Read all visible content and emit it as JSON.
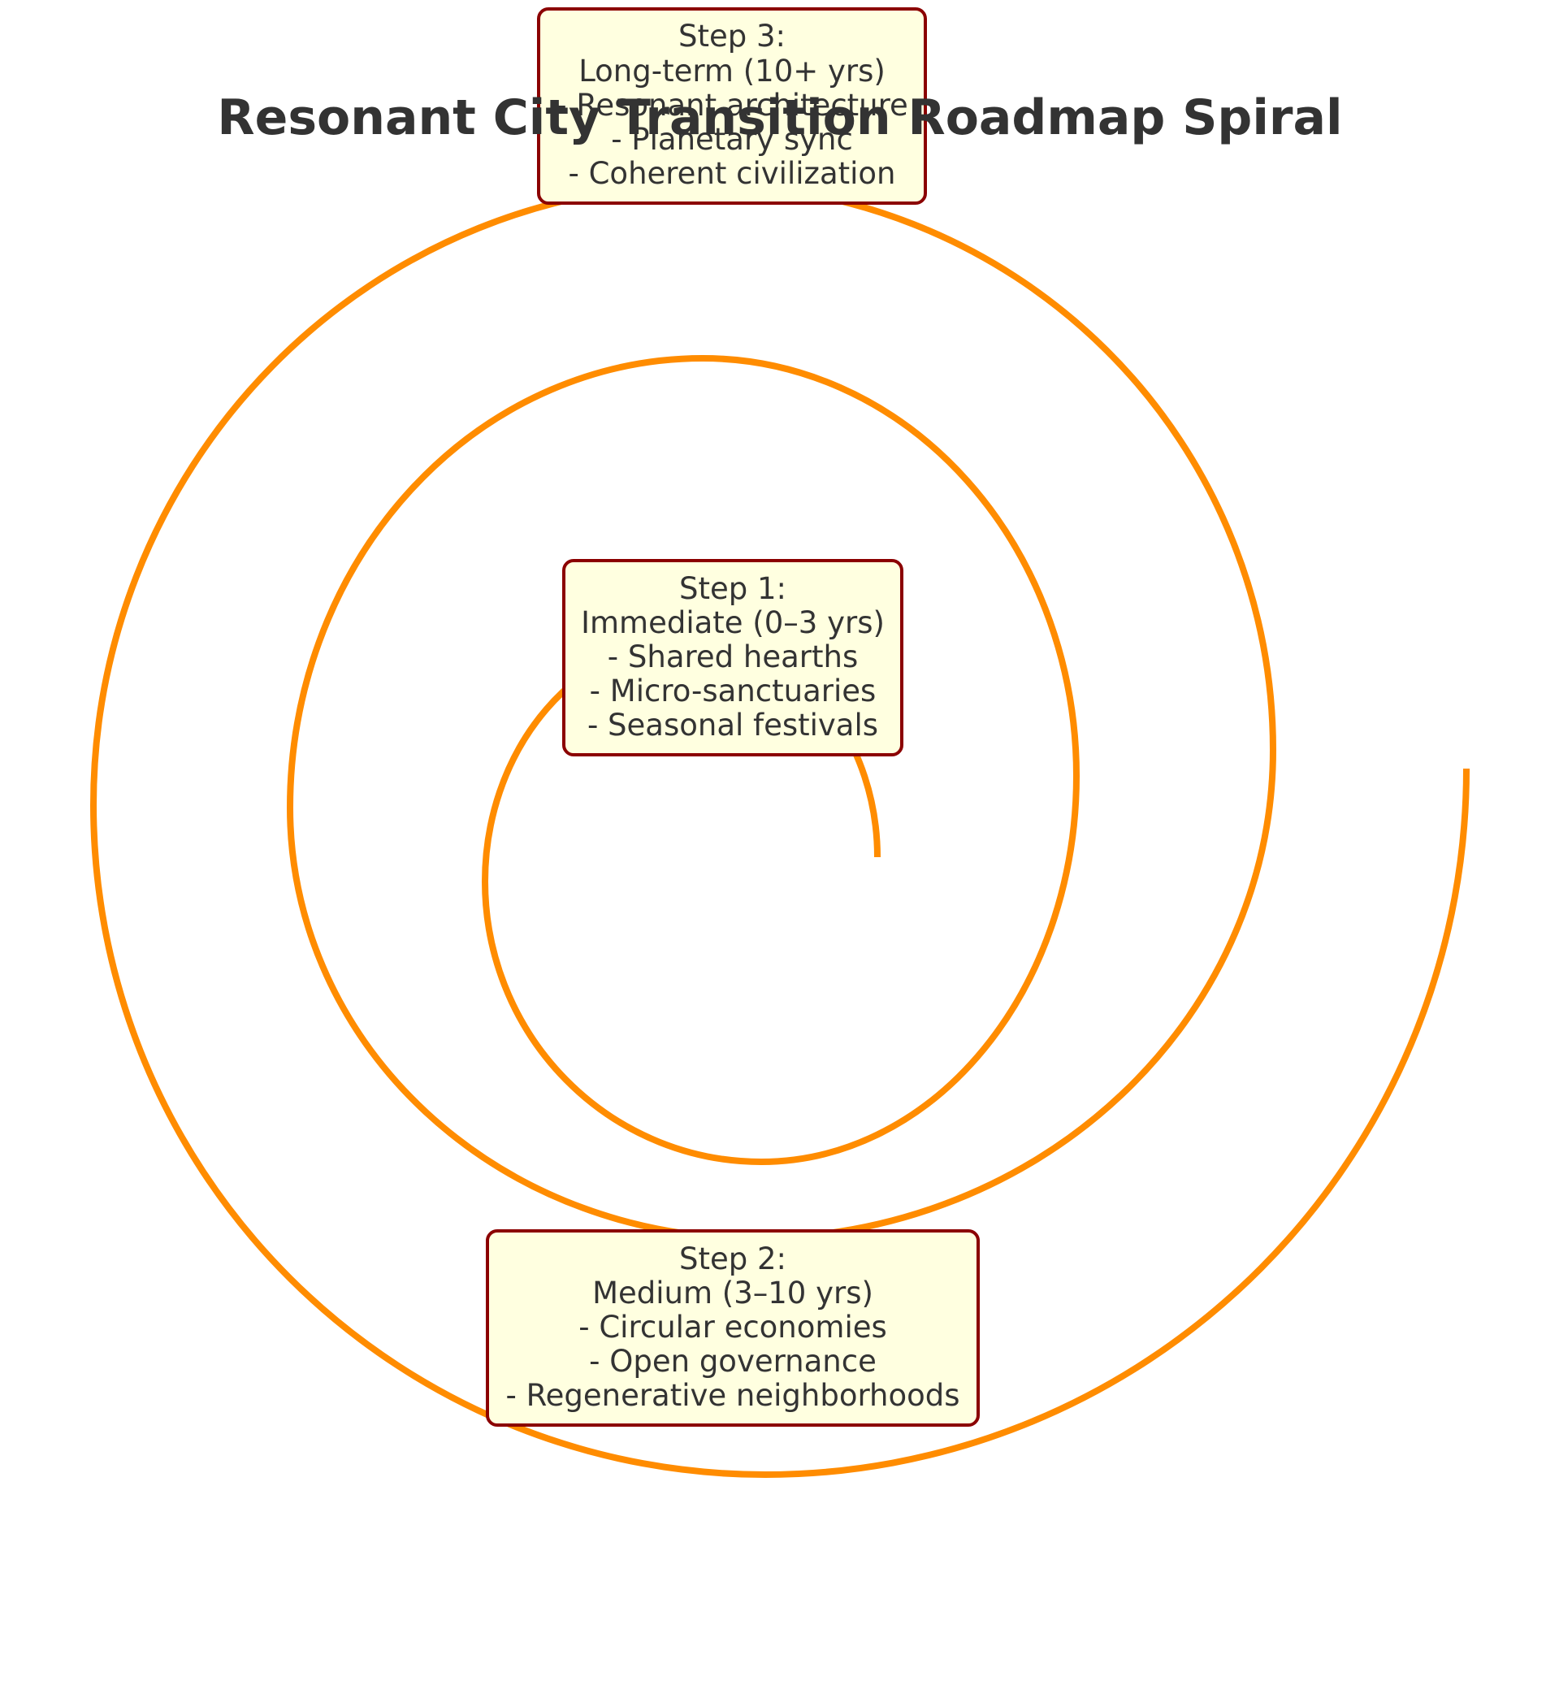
{
  "title": "Resonant City Transition Roadmap Spiral",
  "colors": {
    "spiral": "#ff8c00",
    "box_fill": "#ffffe0",
    "box_border": "#8b0000",
    "text": "#333333"
  },
  "steps": [
    {
      "heading": "Step 1:",
      "phase": "Immediate (0–3 yrs)",
      "items": [
        "- Shared hearths",
        "- Micro-sanctuaries",
        "- Seasonal festivals"
      ]
    },
    {
      "heading": "Step 2:",
      "phase": "Medium (3–10 yrs)",
      "items": [
        "- Circular economies",
        "- Open governance",
        "- Regenerative neighborhoods"
      ]
    },
    {
      "heading": "Step 3:",
      "phase": "Long-term (10+ yrs)",
      "items": [
        "- Resonant architecture",
        "- Planetary sync",
        "- Coherent civilization"
      ]
    }
  ]
}
